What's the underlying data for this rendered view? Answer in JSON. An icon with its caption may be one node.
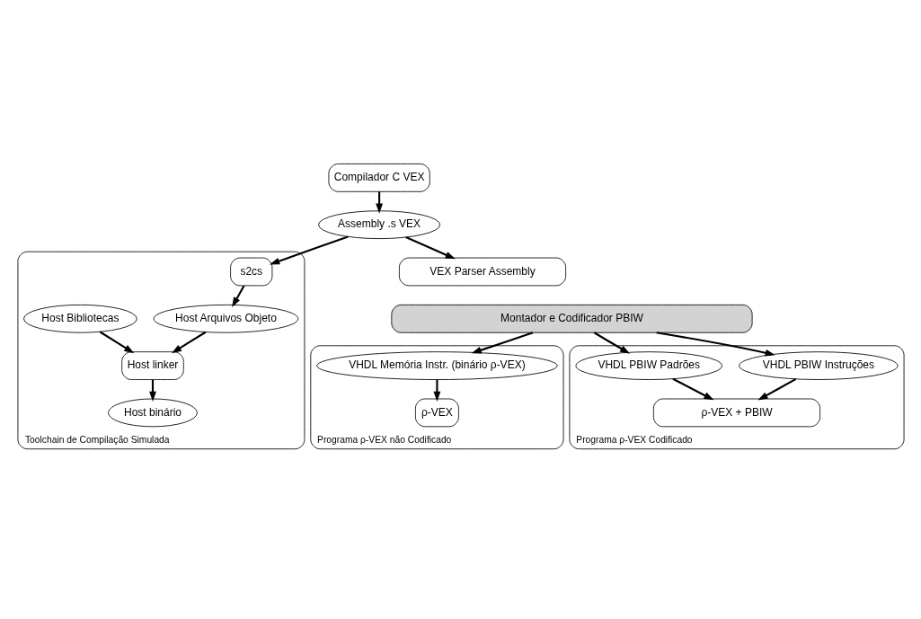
{
  "diagram": {
    "nodes": [
      {
        "text": [
          "Compilador C VEX"
        ]
      },
      {
        "text": [
          "Assembly .s VEX"
        ]
      },
      {
        "text": [
          "VEX Parser Assembly"
        ]
      },
      {
        "text": [
          "Toolchain de Compilação Simulada"
        ]
      },
      {
        "text": [
          "s2cs"
        ],
        "in": 3
      },
      {
        "text": [
          "Host Bibliotecas"
        ],
        "in": 3
      },
      {
        "text": [
          "Host Arquivos Objeto"
        ],
        "in": 3
      },
      {
        "text": [
          "Host linker"
        ],
        "in": 3
      },
      {
        "text": [
          "Host binário"
        ],
        "in": 3
      },
      {
        "text": [
          "Montador e Codificador PBIW"
        ]
      },
      {
        "text": [
          "Programa ρ-VEX não Codificado"
        ]
      },
      {
        "text": [
          "VHDL Memória Instr. (binário ρ-VEX)"
        ],
        "in": 10
      },
      {
        "text": [
          "ρ-VEX"
        ],
        "in": 10
      },
      {
        "text": [
          "Programa ρ-VEX Codificado"
        ]
      },
      {
        "text": [
          "VHDL PBIW Instruções"
        ],
        "in": 13
      },
      {
        "text": [
          "VHDL PBIW Padrões"
        ],
        "in": 13
      },
      {
        "text": [
          "ρ-VEX + PBIW"
        ],
        "in": 13
      }
    ],
    "edges": [
      {
        "from": 0,
        "to": 1,
        "arrow": "to"
      },
      {
        "from": 1,
        "to": 2,
        "arrow": "to"
      },
      {
        "from": 1,
        "to": 4,
        "arrow": "to"
      },
      {
        "from": 4,
        "to": 6,
        "arrow": "to"
      },
      {
        "from": 5,
        "to": 7,
        "arrow": "to"
      },
      {
        "from": 6,
        "to": 7,
        "arrow": "to"
      },
      {
        "from": 7,
        "to": 8,
        "arrow": "to"
      },
      {
        "from": 9,
        "to": 11,
        "arrow": "to"
      },
      {
        "from": 9,
        "to": 14,
        "arrow": "to"
      },
      {
        "from": 9,
        "to": 15,
        "arrow": "to"
      },
      {
        "from": 11,
        "to": 12,
        "arrow": "to"
      },
      {
        "from": 14,
        "to": 16,
        "arrow": "to"
      },
      {
        "from": 15,
        "to": 16,
        "arrow": "to"
      }
    ]
  }
}
